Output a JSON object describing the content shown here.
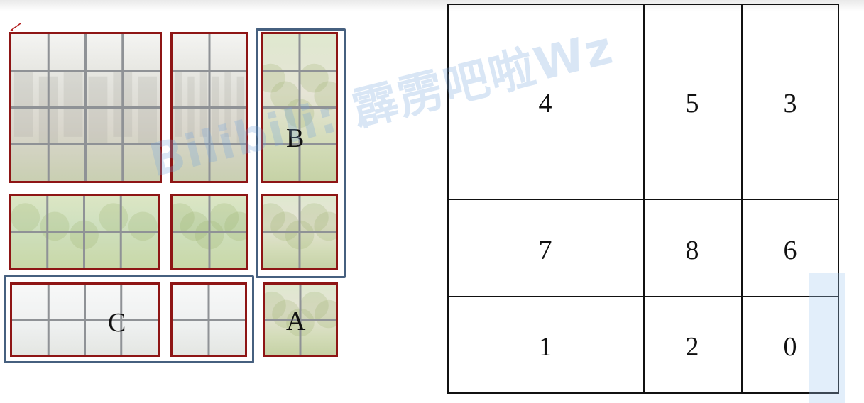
{
  "left_panel": {
    "labels": {
      "b": "B",
      "c": "C",
      "a": "A"
    }
  },
  "watermark": {
    "text": "Bilibili: 霹雳吧啦Wz"
  },
  "grid": {
    "rows": [
      [
        "4",
        "5",
        "3"
      ],
      [
        "7",
        "8",
        "6"
      ],
      [
        "1",
        "2",
        "0"
      ]
    ]
  },
  "colors": {
    "window_border": "#8e1515",
    "group_border": "#46607f",
    "grid_line": "#111111",
    "watermark": "#78a5dc"
  }
}
